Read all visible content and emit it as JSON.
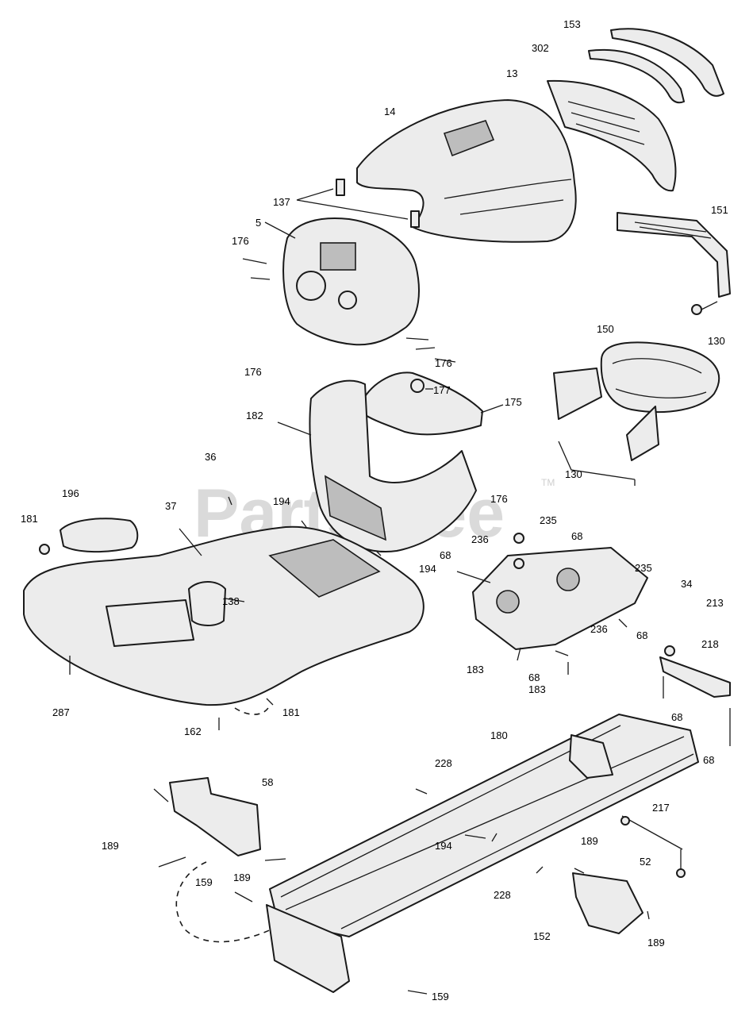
{
  "watermark": {
    "text": "PartsTree",
    "mark": "TM"
  },
  "callouts": {
    "c153": "153",
    "c302": "302",
    "c13": "13",
    "c14": "14",
    "c151": "151",
    "c137": "137",
    "c5": "5",
    "c176a": "176",
    "c130a": "130",
    "c150": "150",
    "c176b": "176",
    "c176c": "176",
    "c177": "177",
    "c175": "175",
    "c182": "182",
    "c130b": "130",
    "c36": "36",
    "c196": "196",
    "c176d": "176",
    "c37": "37",
    "c181a": "181",
    "c194a": "194",
    "c235a": "235",
    "c68a": "68",
    "c236a": "236",
    "c68b": "68",
    "c194b": "194",
    "c235b": "235",
    "c34": "34",
    "c138": "138",
    "c213": "213",
    "c236b": "236",
    "c218": "218",
    "c68c": "68",
    "c183a": "183",
    "c68d": "68",
    "c183b": "183",
    "c287": "287",
    "c68e": "68",
    "c181b": "181",
    "c162": "162",
    "c180": "180",
    "c68f": "68",
    "c228a": "228",
    "c58": "58",
    "c217": "217",
    "c189a": "189",
    "c194c": "194",
    "c189b": "189",
    "c52": "52",
    "c189c": "189",
    "c159a": "159",
    "c228b": "228",
    "c152": "152",
    "c189d": "189",
    "c159b": "159"
  }
}
